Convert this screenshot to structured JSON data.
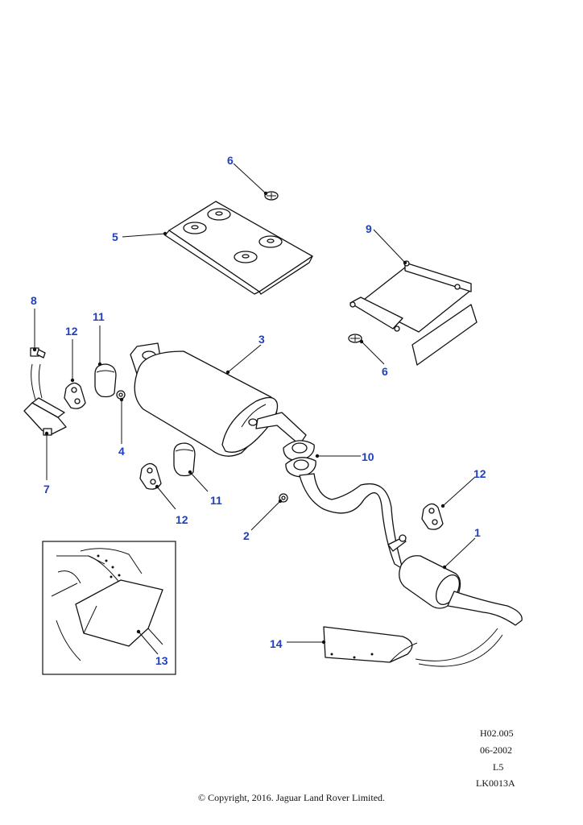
{
  "callouts": {
    "c1": "1",
    "c2": "2",
    "c3": "3",
    "c4": "4",
    "c5": "5",
    "c6a": "6",
    "c6b": "6",
    "c7": "7",
    "c8": "8",
    "c9": "9",
    "c10": "10",
    "c11a": "11",
    "c11b": "11",
    "c12a": "12",
    "c12b": "12",
    "c12c": "12",
    "c13": "13",
    "c14": "14"
  },
  "reference": {
    "code": "H02.005",
    "date": "06-2002",
    "level": "L5",
    "illustration": "LK0013A"
  },
  "copyright": "© Copyright, 2016. Jaguar Land Rover Limited.",
  "colors": {
    "callout": "#1f3fbf",
    "line": "#111111"
  }
}
